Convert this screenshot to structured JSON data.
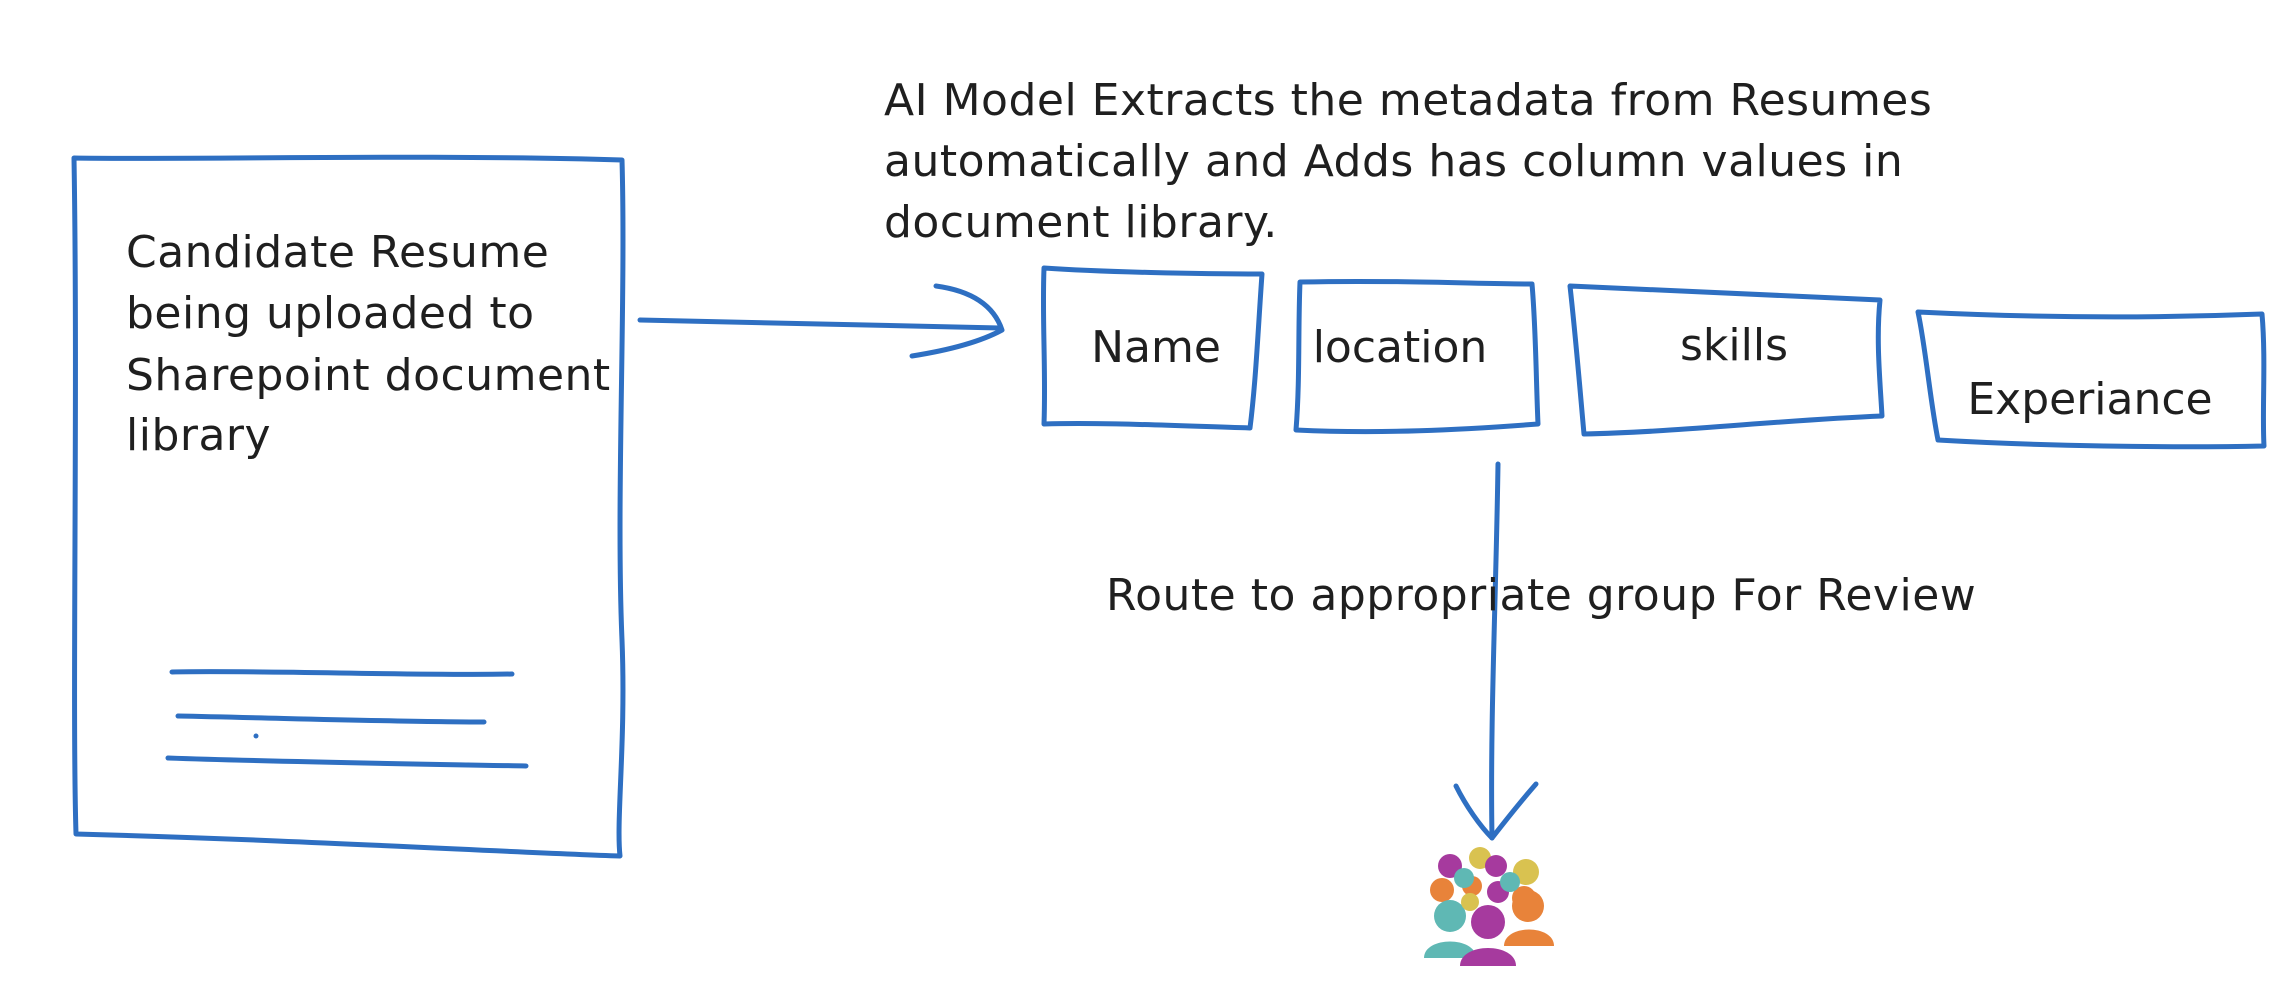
{
  "document": {
    "lines": [
      "Candidate Resume",
      "being uploaded  to",
      "Sharepoint document",
      "library"
    ]
  },
  "extraction_note": {
    "lines": [
      "AI Model Extracts the metadata from Resumes",
      "automatically and Adds has column values in",
      "document library."
    ]
  },
  "columns": [
    {
      "label": "Name"
    },
    {
      "label": "location"
    },
    {
      "label": "skills"
    },
    {
      "label": "Experiance"
    }
  ],
  "route_note": {
    "text": "Route to appropriate group For Review"
  },
  "colors": {
    "stroke": "#2e6fc2",
    "text": "#1f1f1f",
    "people": [
      "#a63a9e",
      "#e8833a",
      "#d9c250",
      "#5fb8b4"
    ]
  },
  "icons": {
    "group": "people-group-icon"
  }
}
